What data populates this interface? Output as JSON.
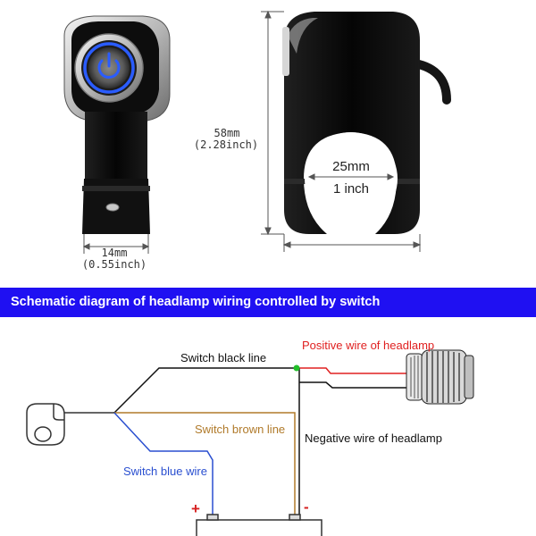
{
  "dimensions": {
    "width_mm": "14mm",
    "width_inch": "(0.55inch)",
    "height_mm": "58mm",
    "height_inch": "(2.28inch)",
    "hole_mm": "25mm",
    "hole_inch": "1 inch"
  },
  "banner": {
    "title": "Schematic diagram of headlamp wiring controlled by switch",
    "background": "#1f10f2"
  },
  "wiring": {
    "black_line": "Switch black line",
    "positive_wire": "Positive wire of headlamp",
    "brown_line": "Switch brown line",
    "negative_wire": "Negative wire of headlamp",
    "blue_wire": "Switch blue wire",
    "plus": "+",
    "minus": "-",
    "colors": {
      "black": "#111111",
      "red": "#e02020",
      "brown": "#b07a2a",
      "blue": "#2a4fd0",
      "power_led": "#2a5cff"
    }
  }
}
